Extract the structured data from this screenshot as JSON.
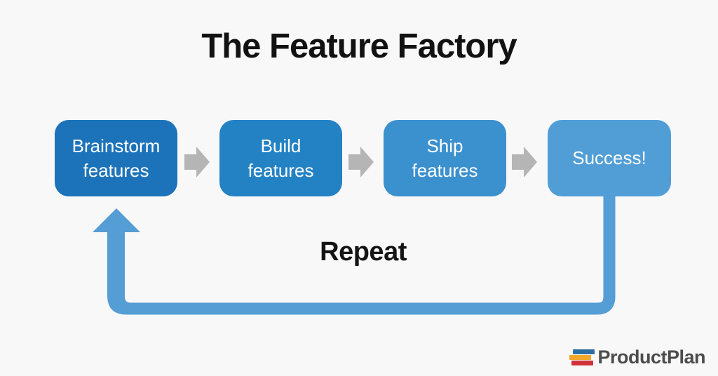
{
  "background_color": "#f8f8f8",
  "title": "The Feature Factory",
  "flow": {
    "boxes": [
      {
        "label": "Brainstorm features",
        "color": "#1c73b9",
        "text_color": "#ffffff"
      },
      {
        "label": "Build features",
        "color": "#2382c4",
        "text_color": "#ffffff"
      },
      {
        "label": "Ship features",
        "color": "#3b90ce",
        "text_color": "#ffffff"
      },
      {
        "label": "Success!",
        "color": "#519ed7",
        "text_color": "#ffffff"
      }
    ],
    "connector_arrow_color": "#b5b5b5",
    "loop": {
      "label": "Repeat",
      "color": "#559dd5"
    }
  },
  "branding": {
    "name": "ProductPlan",
    "text_color": "#4c4c4c",
    "logo_bar_colors": [
      "#2d6da3",
      "#f4a72d",
      "#cf3339"
    ]
  }
}
